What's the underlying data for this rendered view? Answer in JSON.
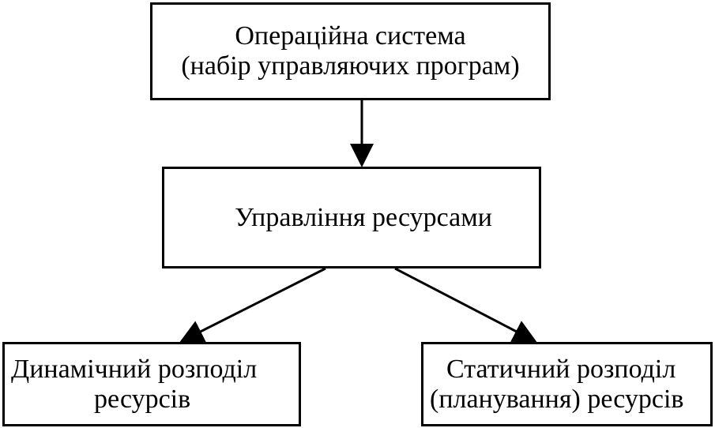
{
  "diagram": {
    "root": {
      "line1": "Операційна система",
      "line2": "(набір управляючих програм)"
    },
    "middle": {
      "label": "Управління ресурсами"
    },
    "left": {
      "line1": "Динамічний розподіл",
      "line2": "ресурсів"
    },
    "right": {
      "line1": "Статичний розподіл",
      "line2": "(планування) ресурсів"
    }
  }
}
